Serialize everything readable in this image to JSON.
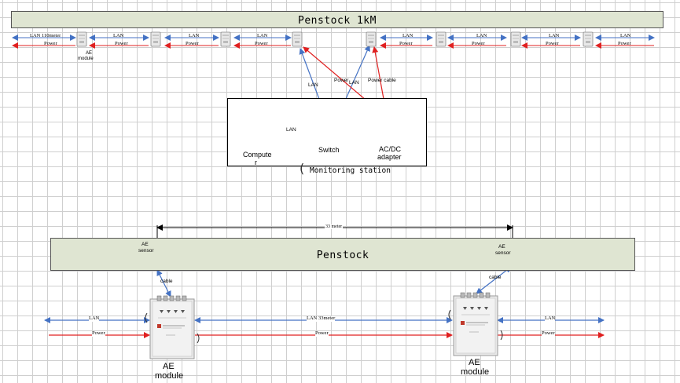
{
  "top_pipe": {
    "title": "Penstock  1kM"
  },
  "top_chain": {
    "lan_first": "LAN 110meter",
    "lan": "LAN",
    "power": "Power",
    "module_label_line1": "AE",
    "module_label_line2": "module"
  },
  "station": {
    "title": "Monitoring station",
    "computer_label_line1": "Compute",
    "computer_label_line2": "r",
    "switch_label": "Switch",
    "adapter_label_line1": "AC/DC",
    "adapter_label_line2": "adapter",
    "lan_computer_switch": "LAN",
    "lan_up_left": "LAN",
    "lan_up_right": "LAN",
    "power_left": "Power",
    "power_cable": "Power cable"
  },
  "bottom_pipe": {
    "title": "Penstock",
    "distance": "33 meter",
    "sensor_label_line1": "AE",
    "sensor_label_line2": "sensor",
    "cable": "cable",
    "lan": "LAN",
    "lan_middle": "LAN 33meter",
    "power": "Power",
    "module_label_line1": "AE",
    "module_label_line2": "module"
  },
  "colors": {
    "lan": "#4472c4",
    "power": "#e02020",
    "pipe": "#dfe5d2",
    "sensor": "#1fa0d8"
  }
}
